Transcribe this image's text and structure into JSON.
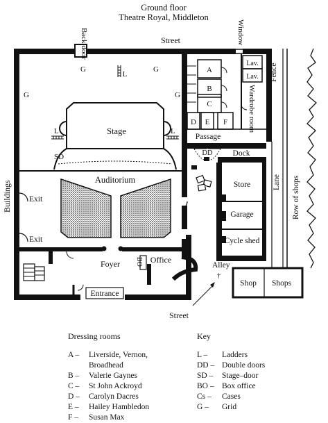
{
  "header": {
    "line1": "Ground floor",
    "line2": "Theatre Royal, Middleton"
  },
  "labels": {
    "street_top": "Street",
    "street_bottom": "Street",
    "back_door": "Back door",
    "window": "Window",
    "buildings": "Buildings",
    "fence": "Fence",
    "lane": "Lane",
    "row_of_shops": "Row of shops",
    "stage": "Stage",
    "auditorium": "Auditorium",
    "passage": "Passage",
    "dock": "Dock",
    "dd": "DD",
    "store": "Store",
    "garage": "Garage",
    "cycle_shed": "Cycle shed",
    "exit1": "Exit",
    "exit2": "Exit",
    "foyer": "Foyer",
    "bo": "BO",
    "office": "Office",
    "entrance": "Entrance",
    "alley": "Alley",
    "shop1": "Shop",
    "shop2": "Shops",
    "wardrobe_room": "Wardrobe room",
    "lav1": "Lav.",
    "lav2": "Lav.",
    "sd": "SD",
    "l_top": "L",
    "l_left": "L",
    "l_right": "L",
    "g1": "G",
    "g2": "G",
    "g3": "G",
    "g4": "G",
    "room_a": "A",
    "room_b": "B",
    "room_c": "C",
    "room_d": "D",
    "room_e": "E",
    "room_f": "F"
  },
  "dressing_rooms": {
    "heading": "Dressing rooms",
    "items": [
      {
        "code": "A –",
        "name": "Liverside, Vernon,",
        "name2": "Broadhead"
      },
      {
        "code": "B –",
        "name": "Valerie Gaynes",
        "name2": ""
      },
      {
        "code": "C –",
        "name": "St John Ackroyd",
        "name2": ""
      },
      {
        "code": "D –",
        "name": "Carolyn Dacres",
        "name2": ""
      },
      {
        "code": "E –",
        "name": "Hailey Hambledon",
        "name2": ""
      },
      {
        "code": "F –",
        "name": "Susan Max",
        "name2": ""
      }
    ]
  },
  "key": {
    "heading": "Key",
    "items": [
      {
        "code": "L –",
        "name": "Ladders"
      },
      {
        "code": "DD –",
        "name": "Double doors"
      },
      {
        "code": "SD –",
        "name": "Stage–door"
      },
      {
        "code": "BO –",
        "name": "Box office"
      },
      {
        "code": "Cs –",
        "name": "Cases"
      },
      {
        "code": "G –",
        "name": "Grid"
      }
    ]
  }
}
